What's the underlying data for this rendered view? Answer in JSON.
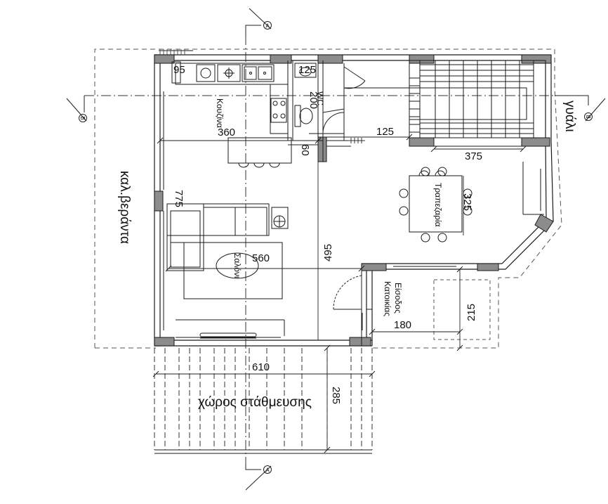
{
  "section_marks": {
    "top": "A",
    "bottom": "A",
    "left": "B",
    "right": "B"
  },
  "rooms": {
    "kitchen": "Κουζίνα",
    "wc": "WC",
    "dining": "Τραπεζαρία",
    "living": "Σαλόνι",
    "entrance_line1": "Είσοδος",
    "entrance_line2": "Κατοικίας"
  },
  "annotations": {
    "veranda": "καλ.βεράντα",
    "glass": "γυάλι",
    "parking": "χώρος στάθμευσης"
  },
  "dimensions": {
    "d95": "95",
    "d125_top": "125",
    "d200": "200",
    "d360": "360",
    "d60": "60",
    "d125_mid": "125",
    "d375": "375",
    "d325": "325",
    "d775": "775",
    "d560": "560",
    "d495": "495",
    "d215": "215",
    "d180": "180",
    "d610": "610",
    "d285": "285"
  },
  "colors": {
    "line": "#1a1a1a",
    "wall_fill": "#8c8c8c",
    "dash": "#555555"
  }
}
